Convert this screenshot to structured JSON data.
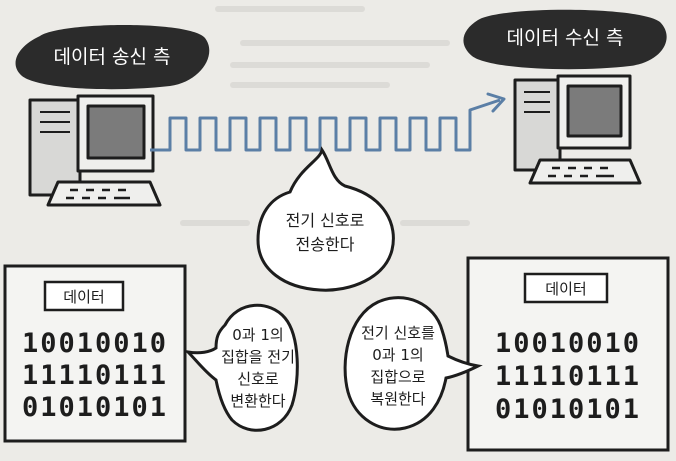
{
  "sender_label": "데이터 송신 측",
  "receiver_label": "데이터 수신 측",
  "center_bubble": {
    "line1": "전기 신호로",
    "line2": "전송한다"
  },
  "left_bubble": {
    "line1": "0과 1의",
    "line2": "집합을 전기",
    "line3": "신호로",
    "line4": "변환한다"
  },
  "right_bubble": {
    "line1": "전기 신호를",
    "line2": "0과 1의",
    "line3": "집합으로",
    "line4": "복원한다"
  },
  "left_box": {
    "title": "데이터",
    "rows": [
      "10010010",
      "11110111",
      "01010101"
    ]
  },
  "right_box": {
    "title": "데이터",
    "rows": [
      "10010010",
      "11110111",
      "01010101"
    ]
  },
  "colors": {
    "signal": "#5b7fa6",
    "pill": "#2b2b2b",
    "monitor_screen": "#7b7b7b",
    "tower": "#d8d8d6"
  }
}
